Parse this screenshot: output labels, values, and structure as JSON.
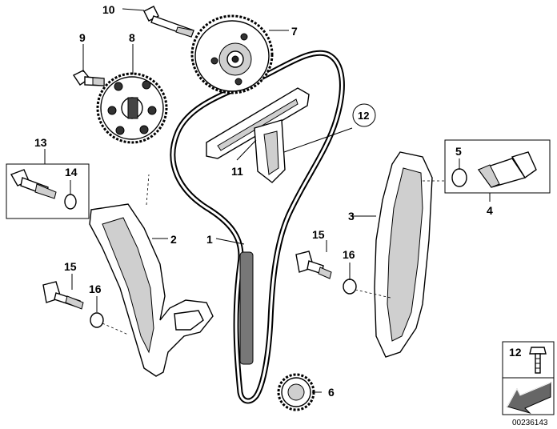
{
  "labels": {
    "p1": "1",
    "p2": "2",
    "p3": "3",
    "p4": "4",
    "p5": "5",
    "p6": "6",
    "p7": "7",
    "p8": "8",
    "p9": "9",
    "p10": "10",
    "p11": "11",
    "p12": "12",
    "p13": "13",
    "p14": "14",
    "p15a": "15",
    "p15b": "15",
    "p16a": "16",
    "p16b": "16"
  },
  "legend": {
    "number": "12"
  },
  "reference": "00236143"
}
